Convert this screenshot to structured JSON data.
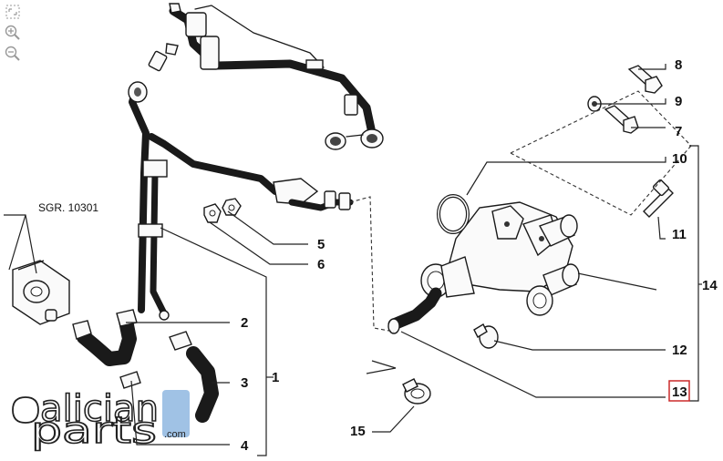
{
  "toolbar": {
    "fit_icon": "fit-screen-icon",
    "zoom_in_icon": "zoom-in-icon",
    "zoom_out_icon": "zoom-out-icon"
  },
  "reference": {
    "label": "SGR. 10301"
  },
  "callouts": {
    "c1": "1",
    "c2": "2",
    "c3": "3",
    "c4": "4",
    "c5": "5",
    "c6": "6",
    "c7": "7",
    "c8": "8",
    "c9": "9",
    "c10": "10",
    "c11": "11",
    "c12": "12",
    "c13": "13",
    "c14": "14",
    "c15": "15"
  },
  "highlight": {
    "callout": "13",
    "color": "#cc2a2a"
  },
  "watermark": {
    "logo_text": "galicianparts",
    "suffix": ".com",
    "accent": "#8fb7e0"
  }
}
